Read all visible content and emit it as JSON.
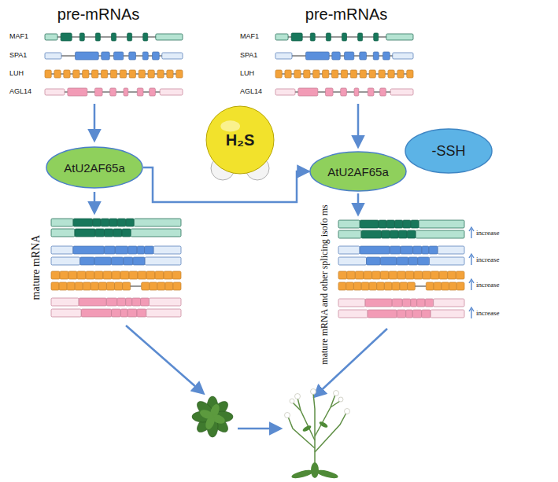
{
  "diagram": {
    "nodes": [
      {
        "text": [
          "AtU2AF65a"
        ]
      },
      {
        "text": [
          "H₂S"
        ]
      },
      {
        "text": [
          "AtU2AF65a"
        ]
      },
      {
        "text": [
          "-SSH"
        ]
      }
    ],
    "edges": [
      {
        "from": 0,
        "to": 2,
        "arrow": "to"
      }
    ],
    "labels": [
      "pre-mRNAs",
      "MAF1",
      "SPA1",
      "LUH",
      "AGL14",
      "mature mRNA",
      "pre-mRNAs",
      "MAF1",
      "SPA1",
      "LUH",
      "AGL14",
      "mature mRNA and other splicing isofo ms",
      "increase",
      "increase",
      "increase",
      "increase"
    ]
  }
}
